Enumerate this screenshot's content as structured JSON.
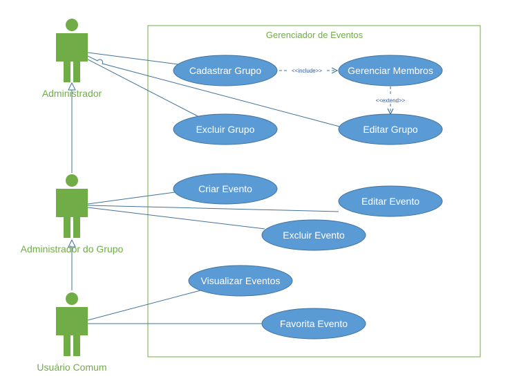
{
  "colors": {
    "actor": "#70ad47",
    "use_case_fill": "#5b9bd5",
    "line": "#41719c",
    "boundary": "#70ad47",
    "use_case_text": "#ffffff"
  },
  "system": {
    "title": "Gerenciador de Eventos"
  },
  "actors": {
    "admin": "Administrador",
    "group_admin": "Administrador do Grupo",
    "common_user": "Usuário Comum"
  },
  "use_cases": {
    "cadastrar_grupo": "Cadastrar Grupo",
    "gerenciar_membros": "Gerenciar Membros",
    "excluir_grupo": "Excluir Grupo",
    "editar_grupo": "Editar Grupo",
    "criar_evento": "Criar Evento",
    "editar_evento": "Editar Evento",
    "excluir_evento": "Excluir Evento",
    "visualizar_eventos": "Visualizar Eventos",
    "favorita_evento": "Favorita Evento"
  },
  "stereotypes": {
    "include": "<<include>>",
    "extend": "<<extend>>"
  }
}
